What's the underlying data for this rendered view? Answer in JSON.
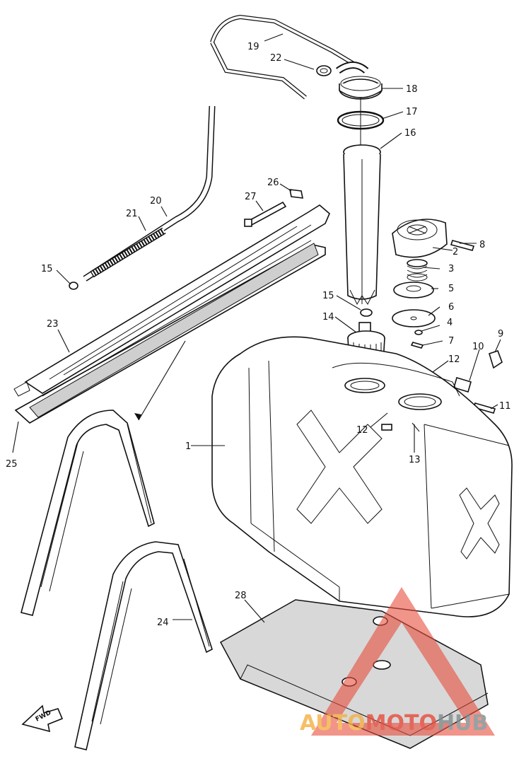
{
  "diagram": {
    "callouts": [
      {
        "id": "c1",
        "label": "1"
      },
      {
        "id": "c2",
        "label": "2"
      },
      {
        "id": "c3",
        "label": "3"
      },
      {
        "id": "c4",
        "label": "4"
      },
      {
        "id": "c5",
        "label": "5"
      },
      {
        "id": "c6",
        "label": "6"
      },
      {
        "id": "c7",
        "label": "7"
      },
      {
        "id": "c8",
        "label": "8"
      },
      {
        "id": "c9",
        "label": "9"
      },
      {
        "id": "c10",
        "label": "10"
      },
      {
        "id": "c11",
        "label": "11"
      },
      {
        "id": "c12a",
        "label": "12"
      },
      {
        "id": "c12b",
        "label": "12"
      },
      {
        "id": "c13",
        "label": "13"
      },
      {
        "id": "c14",
        "label": "14"
      },
      {
        "id": "c15a",
        "label": "15"
      },
      {
        "id": "c15b",
        "label": "15"
      },
      {
        "id": "c16",
        "label": "16"
      },
      {
        "id": "c17",
        "label": "17"
      },
      {
        "id": "c18",
        "label": "18"
      },
      {
        "id": "c19",
        "label": "19"
      },
      {
        "id": "c20",
        "label": "20"
      },
      {
        "id": "c21",
        "label": "21"
      },
      {
        "id": "c22",
        "label": "22"
      },
      {
        "id": "c23",
        "label": "23"
      },
      {
        "id": "c24",
        "label": "24"
      },
      {
        "id": "c25",
        "label": "25"
      },
      {
        "id": "c26",
        "label": "26"
      },
      {
        "id": "c27",
        "label": "27"
      },
      {
        "id": "c28",
        "label": "28"
      }
    ],
    "fwd_label": "FWD"
  },
  "watermark": {
    "part1": "AUTO",
    "part2": "MOTO",
    "part3": "HUB",
    "color_orange": "#f5b041",
    "color_red": "#e74c3c",
    "color_gray": "#7f8c8d"
  }
}
